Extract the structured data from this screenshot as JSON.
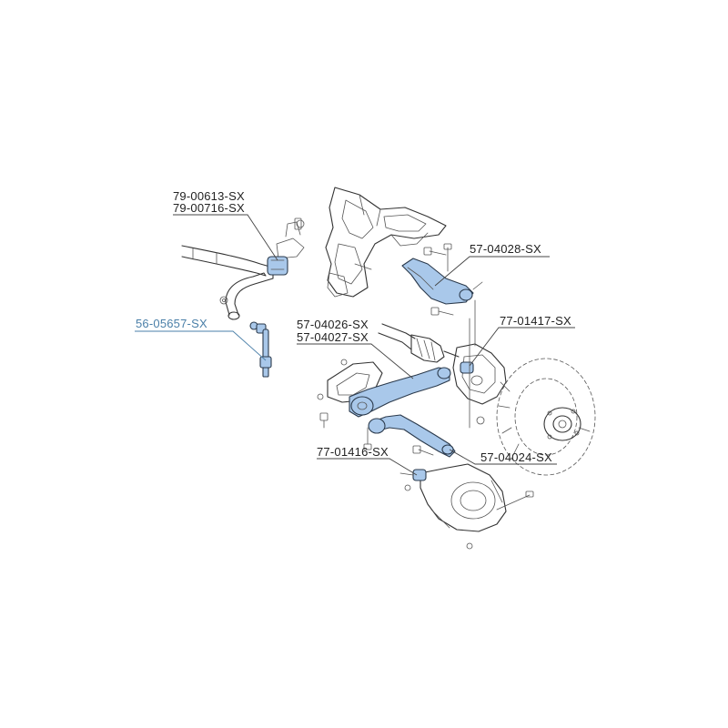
{
  "highlight_color": "#a9c8ea",
  "active_color": "#4a7fa8",
  "labels": {
    "p1": "79-00613-SX",
    "p2": "79-00716-SX",
    "p3": "57-04028-SX",
    "p4": "56-05657-SX",
    "p5": "57-04026-SX",
    "p6": "57-04027-SX",
    "p7": "77-01417-SX",
    "p8": "77-01416-SX",
    "p9": "57-04024-SX"
  }
}
